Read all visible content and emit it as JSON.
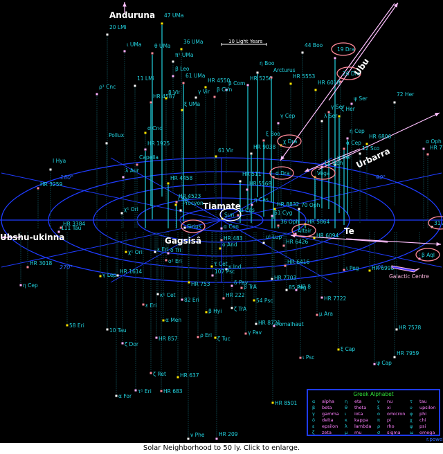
{
  "caption": "Solar Neighborhood to 50 ly. Click to enlarge.",
  "credit": "r.powell",
  "scale_bar_label": "10 Light Years",
  "colors": {
    "background": "#000000",
    "grid": "#1f3cff",
    "star_label": "#22d3e0",
    "drop_line_bright": "#22d3e0",
    "highlight_ellipse": "#ff8a9a",
    "region_label": "#ffffff",
    "arrow": "#ffc0ff"
  },
  "degree_labels": [
    "0°",
    "90°",
    "180°",
    "270°"
  ],
  "region_labels": [
    "Anduruna",
    "Ubshu-ukinna",
    "Gagsisâ",
    "Tiamate",
    "Te",
    "Ubu",
    "Urbarra"
  ],
  "galactic_centre_label": "Galactic Centre",
  "highlighted_stars": [
    "Sun",
    "Sirius",
    "19 Dra",
    "26 Dra",
    "χ Dra",
    "σ Dra",
    "Vega",
    "Altair",
    "31 Aql",
    "β Aql"
  ],
  "stars": [
    {
      "name": "47 UMa",
      "above": true
    },
    {
      "name": "20 LMi",
      "above": true
    },
    {
      "name": "ι UMa",
      "above": true
    },
    {
      "name": "θ UMa",
      "above": true
    },
    {
      "name": "36 UMa",
      "above": true
    },
    {
      "name": "π¹ UMa",
      "above": true
    },
    {
      "name": "β Leo",
      "above": true
    },
    {
      "name": "61 UMa",
      "above": true
    },
    {
      "name": "HR 4550",
      "above": true
    },
    {
      "name": "11 LMi",
      "above": true
    },
    {
      "name": "ρ¹ Cnc",
      "above": true
    },
    {
      "name": "HR 4587",
      "above": true
    },
    {
      "name": "β Vir",
      "above": true
    },
    {
      "name": "γ Vir",
      "above": true
    },
    {
      "name": "β Com",
      "above": true
    },
    {
      "name": "β CVn",
      "above": true
    },
    {
      "name": "ξ UMa",
      "above": true
    },
    {
      "name": "η Boo",
      "above": true
    },
    {
      "name": "HR 5256",
      "above": true
    },
    {
      "name": "Arcturus",
      "above": true
    },
    {
      "name": "HR 5553",
      "above": true
    },
    {
      "name": "44 Boo",
      "above": true
    },
    {
      "name": "19 Dra",
      "above": true
    },
    {
      "name": "26 Dra",
      "above": true
    },
    {
      "name": "HR 6018",
      "above": true
    },
    {
      "name": "72 Her",
      "above": true
    },
    {
      "name": "ψ Ser",
      "above": true
    },
    {
      "name": "γ Ser",
      "above": true
    },
    {
      "name": "ζ Her",
      "above": true
    },
    {
      "name": "λ Ser",
      "above": true
    },
    {
      "name": "γ Cep",
      "above": true
    },
    {
      "name": "ξ Boo",
      "above": true
    },
    {
      "name": "χ Dra",
      "above": true
    },
    {
      "name": "HR 9038",
      "above": true
    },
    {
      "name": "η Cep",
      "above": true
    },
    {
      "name": "α Cep",
      "above": true
    },
    {
      "name": "HR 6806",
      "above": true
    },
    {
      "name": "12 Sco",
      "above": true
    },
    {
      "name": "α Oph",
      "above": true
    },
    {
      "name": "HR 7162",
      "above": true
    },
    {
      "name": "σ Cnc",
      "above": true
    },
    {
      "name": "Pollux",
      "above": true
    },
    {
      "name": "HR 1925",
      "above": true
    },
    {
      "name": "Capella",
      "above": true
    },
    {
      "name": "61 Vir",
      "above": true
    },
    {
      "name": "I Hya",
      "above": true
    },
    {
      "name": "λ Aur",
      "above": true
    },
    {
      "name": "HR 3259",
      "above": true
    },
    {
      "name": "HR 4458",
      "above": true
    },
    {
      "name": "HR 511",
      "above": true
    },
    {
      "name": "HR 5568",
      "above": true
    },
    {
      "name": "σ Dra",
      "above": true
    },
    {
      "name": "Vega",
      "above": true
    },
    {
      "name": "μ Her",
      "above": true
    },
    {
      "name": "12 Oph",
      "above": true
    },
    {
      "name": "HR 4523",
      "above": true
    },
    {
      "name": "ι Per",
      "above": true
    },
    {
      "name": "Procyon",
      "above": true
    },
    {
      "name": "η Cas",
      "above": true
    },
    {
      "name": "μ Cas",
      "above": true
    },
    {
      "name": "HR 8832",
      "above": true
    },
    {
      "name": "70 Oph",
      "above": true
    },
    {
      "name": "61 Cyg",
      "above": true
    },
    {
      "name": "36 Oph",
      "above": true
    },
    {
      "name": "HR 5864",
      "above": true
    },
    {
      "name": "χ¹ Ori",
      "above": true
    },
    {
      "name": "111 Tau",
      "above": true
    },
    {
      "name": "HR 3384",
      "above": true
    },
    {
      "name": "Sun",
      "above": true
    },
    {
      "name": "Sirius",
      "above": false
    },
    {
      "name": "α Cen",
      "above": false
    },
    {
      "name": "HR 483",
      "above": false
    },
    {
      "name": "ο And",
      "above": false
    },
    {
      "name": "υ¹ Lup",
      "above": false
    },
    {
      "name": "Altair",
      "above": false
    },
    {
      "name": "HR 6426",
      "above": false
    },
    {
      "name": "HR 6094",
      "above": false
    },
    {
      "name": "31 Aql",
      "above": false
    },
    {
      "name": "β Aql",
      "above": false
    },
    {
      "name": "HR 6416",
      "above": false
    },
    {
      "name": "χ¹ Ori",
      "above": false
    },
    {
      "name": "ε Eri",
      "above": false
    },
    {
      "name": "δ Tri",
      "above": false
    },
    {
      "name": "ο² Eri",
      "above": false
    },
    {
      "name": "τ Cet",
      "above": false
    },
    {
      "name": "κ Ind",
      "above": false
    },
    {
      "name": "107 Psc",
      "above": false
    },
    {
      "name": "HR 3018",
      "above": false
    },
    {
      "name": "γ Lep",
      "above": false
    },
    {
      "name": "HR 1614",
      "above": false
    },
    {
      "name": "η Cep",
      "above": false
    },
    {
      "name": "ι Peg",
      "above": false
    },
    {
      "name": "HR 6998",
      "above": false
    },
    {
      "name": "HR 7703",
      "above": false
    },
    {
      "name": "δ Pav",
      "above": false
    },
    {
      "name": "β TrA",
      "above": false
    },
    {
      "name": "HR 753",
      "above": false
    },
    {
      "name": "85 Peg",
      "above": false
    },
    {
      "name": "HR 8",
      "above": false
    },
    {
      "name": "HR 222",
      "above": false
    },
    {
      "name": "54 Psc",
      "above": false
    },
    {
      "name": "κ¹ Cet",
      "above": false
    },
    {
      "name": "82 Eri",
      "above": false
    },
    {
      "name": "ε Eri",
      "above": false
    },
    {
      "name": "β Hyi",
      "above": false
    },
    {
      "name": "ζ TrA",
      "above": false
    },
    {
      "name": "HR 7722",
      "above": false
    },
    {
      "name": "μ Ara",
      "above": false
    },
    {
      "name": "α Men",
      "above": false
    },
    {
      "name": "HR 8721",
      "above": false
    },
    {
      "name": "Fomalhaut",
      "above": false
    },
    {
      "name": "γ Pav",
      "above": false
    },
    {
      "name": "58 Eri",
      "above": false
    },
    {
      "name": "10 Tau",
      "above": false
    },
    {
      "name": "HR 857",
      "above": false
    },
    {
      "name": "ρ Eri",
      "above": false
    },
    {
      "name": "ζ Tuc",
      "above": false
    },
    {
      "name": "HR 7578",
      "above": false
    },
    {
      "name": "ζ Dor",
      "above": false
    },
    {
      "name": "ι Psc",
      "above": false
    },
    {
      "name": "ξ Cap",
      "above": false
    },
    {
      "name": "HR 7959",
      "above": false
    },
    {
      "name": "ψ Cap",
      "above": false
    },
    {
      "name": "ζ Ret",
      "above": false
    },
    {
      "name": "HR 637",
      "above": false
    },
    {
      "name": "α For",
      "above": false
    },
    {
      "name": "τ¹ Eri",
      "above": false
    },
    {
      "name": "HR 683",
      "above": false
    },
    {
      "name": "HR 8501",
      "above": false
    },
    {
      "name": "ν Phe",
      "above": false
    },
    {
      "name": "HR 209",
      "above": false
    }
  ],
  "greek_alphabet": {
    "title": "Greek Alphabet",
    "letters": [
      {
        "sym": "α",
        "name": "alpha"
      },
      {
        "sym": "β",
        "name": "beta"
      },
      {
        "sym": "γ",
        "name": "gamma"
      },
      {
        "sym": "δ",
        "name": "delta"
      },
      {
        "sym": "ε",
        "name": "epsilon"
      },
      {
        "sym": "ζ",
        "name": "zeta"
      },
      {
        "sym": "η",
        "name": "eta"
      },
      {
        "sym": "θ",
        "name": "theta"
      },
      {
        "sym": "ι",
        "name": "iota"
      },
      {
        "sym": "κ",
        "name": "kappa"
      },
      {
        "sym": "λ",
        "name": "lambda"
      },
      {
        "sym": "μ",
        "name": "mu"
      },
      {
        "sym": "ν",
        "name": "nu"
      },
      {
        "sym": "ξ",
        "name": "xi"
      },
      {
        "sym": "ο",
        "name": "omicron"
      },
      {
        "sym": "π",
        "name": "pi"
      },
      {
        "sym": "ρ",
        "name": "rho"
      },
      {
        "sym": "σ",
        "name": "sigma"
      },
      {
        "sym": "τ",
        "name": "tau"
      },
      {
        "sym": "υ",
        "name": "upsilon"
      },
      {
        "sym": "φ",
        "name": "phi"
      },
      {
        "sym": "χ",
        "name": "chi"
      },
      {
        "sym": "ψ",
        "name": "psi"
      },
      {
        "sym": "ω",
        "name": "omega"
      }
    ]
  }
}
